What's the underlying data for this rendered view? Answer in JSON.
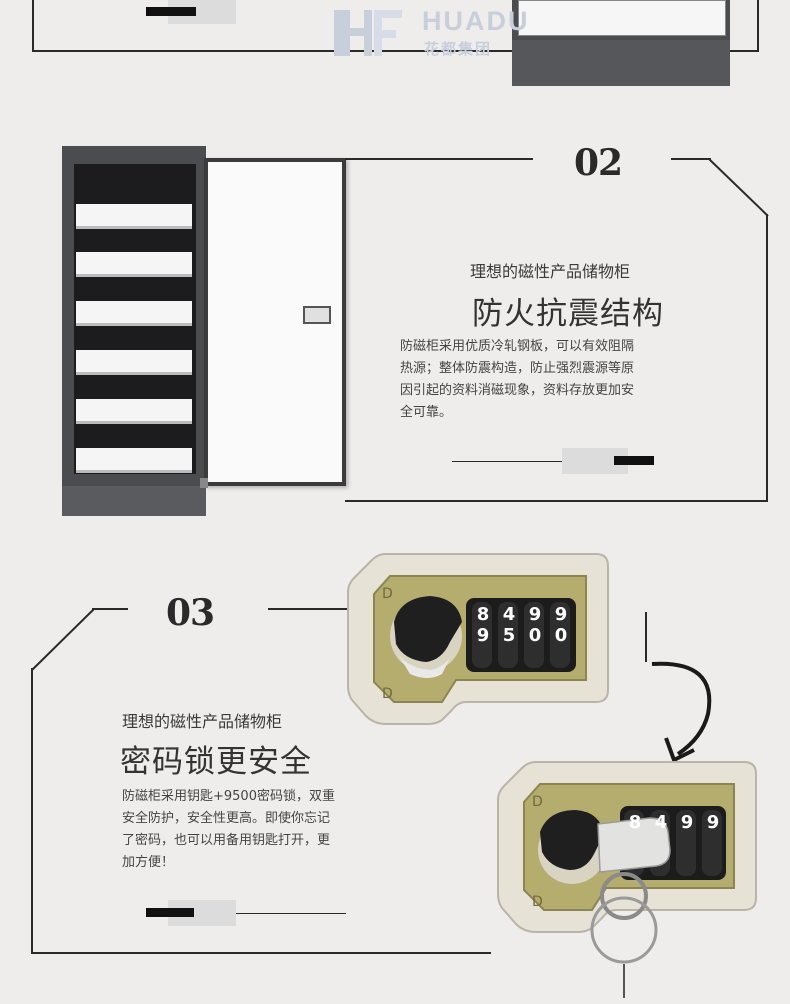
{
  "logo": {
    "en": "HUADU",
    "cn": "花都集团"
  },
  "section2": {
    "number": "02",
    "subtitle": "理想的磁性产品储物柜",
    "title": "防火抗震结构",
    "description_lines": [
      "防磁柜采用优质冷轧钢板，可以有效阻隔",
      "热源；整体防震构造，防止强烈震源等原",
      "因引起的资料消磁现象，资料存放更加安",
      "全可靠。"
    ]
  },
  "section3": {
    "number": "03",
    "subtitle": "理想的磁性产品储物柜",
    "title": "密码锁更安全",
    "description_lines": [
      "防磁柜采用钥匙+9500密码锁，双重",
      "安全防护，安全性更高。即使你忘记",
      "了密码，也可以用备用钥匙打开，更",
      "加方便！"
    ]
  },
  "lock1": {
    "top_digits": [
      "8",
      "4",
      "9",
      "9"
    ],
    "bottom_digits": [
      "9",
      "5",
      "0",
      "0"
    ]
  },
  "lock2": {
    "digits": [
      "8",
      "4",
      "9",
      "9"
    ]
  },
  "colors": {
    "background": "#efedec",
    "lock_plate": "#b5ad6e",
    "cabinet": "#4b4c50"
  }
}
